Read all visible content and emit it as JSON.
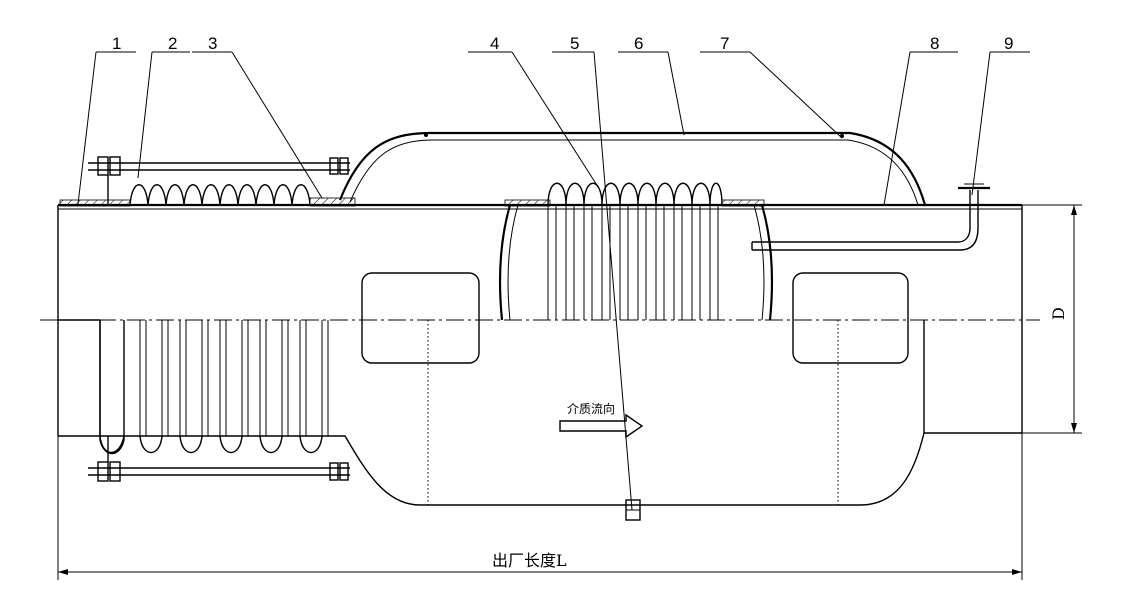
{
  "leaders": [
    "1",
    "2",
    "3",
    "4",
    "5",
    "6",
    "7",
    "8",
    "9"
  ],
  "dimensions": {
    "diameter_label": "D",
    "length_label": "出厂长度L"
  },
  "flow_label": "介质流向"
}
